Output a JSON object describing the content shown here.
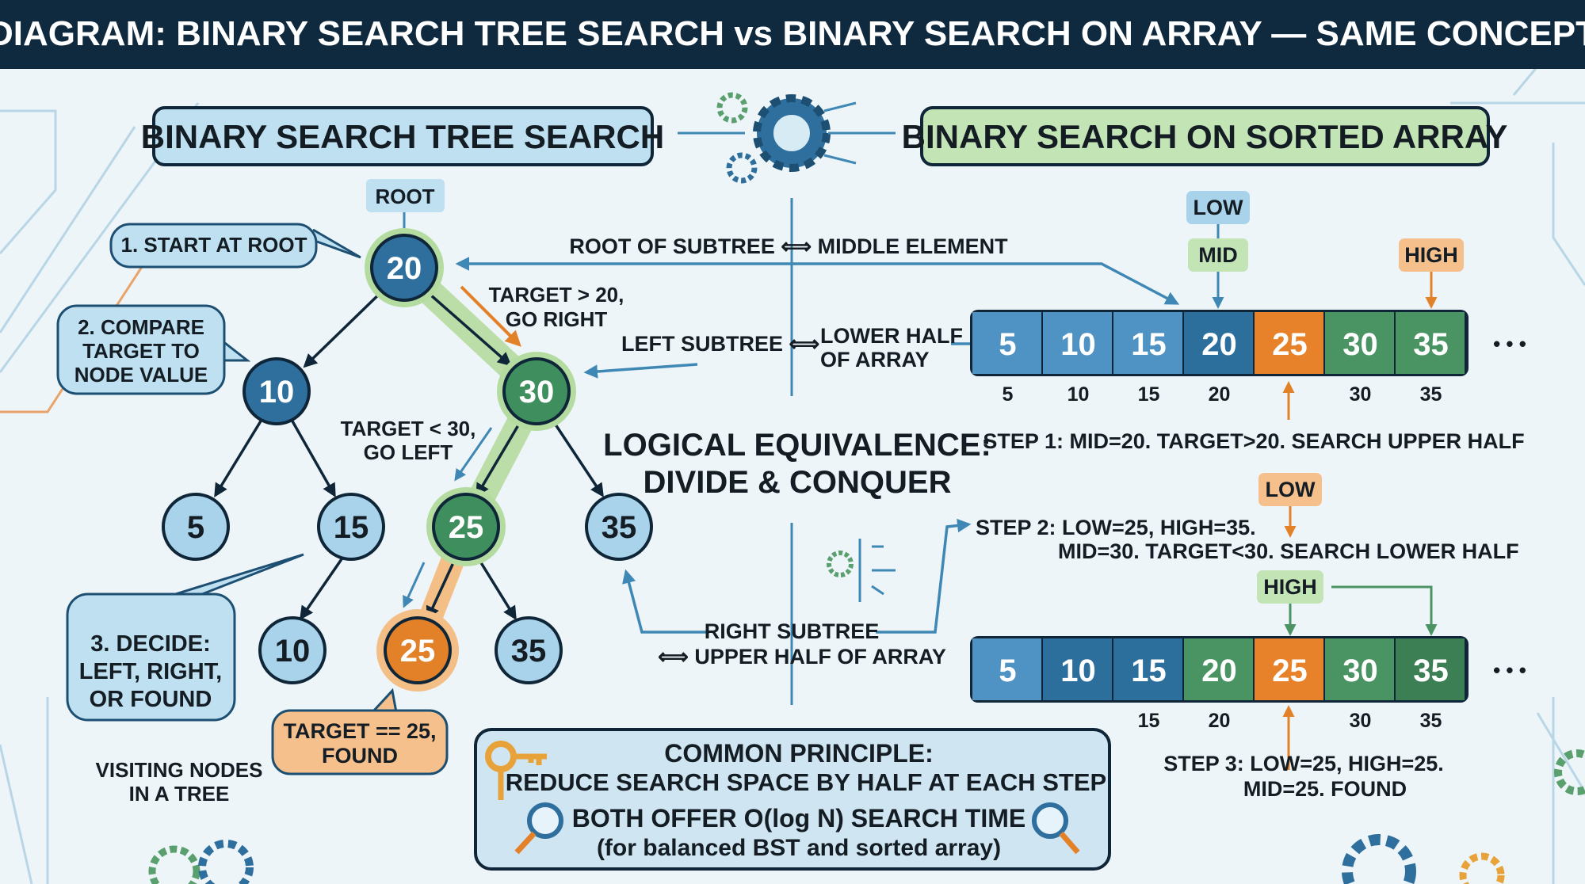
{
  "title": "DIAGRAM: BINARY SEARCH TREE SEARCH vs BINARY SEARCH ON ARRAY — SAME CONCEPT",
  "bst": {
    "header": "BINARY SEARCH TREE SEARCH",
    "root_label": "ROOT",
    "callouts": {
      "start": "1. START AT ROOT",
      "compare": [
        "2. COMPARE",
        "TARGET TO",
        "NODE VALUE"
      ],
      "decide": [
        "3. DECIDE:",
        "LEFT, RIGHT,",
        "OR FOUND"
      ],
      "found": [
        "TARGET == 25,",
        "FOUND"
      ]
    },
    "notes": {
      "go_right": [
        "TARGET > 20,",
        "GO RIGHT"
      ],
      "go_left": [
        "TARGET < 30,",
        "GO LEFT"
      ],
      "visiting": [
        "VISITING NODES",
        "IN A TREE"
      ]
    },
    "nodes": {
      "root": "20",
      "l1_left": "10",
      "l1_right": "30",
      "l2": [
        "5",
        "15",
        "25",
        "35"
      ],
      "l3": [
        "10",
        "25",
        "35"
      ]
    }
  },
  "equivalences": {
    "root": "ROOT OF SUBTREE ⟺ MIDDLE ELEMENT",
    "left": [
      "LEFT SUBTREE ⟺",
      "LOWER HALF",
      "OF ARRAY"
    ],
    "right": [
      "RIGHT SUBTREE",
      "⟺ UPPER HALF OF ARRAY"
    ],
    "center": [
      "LOGICAL EQUIVALENCE:",
      "DIVIDE & CONQUER"
    ]
  },
  "array": {
    "header": "BINARY SEARCH ON SORTED ARRAY",
    "values": [
      "5",
      "10",
      "15",
      "20",
      "25",
      "30",
      "35"
    ],
    "ellipsis": "• • •",
    "step1": {
      "labels": {
        "low": "LOW",
        "mid": "MID",
        "high": "HIGH"
      },
      "indices": [
        "5",
        "10",
        "15",
        "20",
        "",
        "30",
        "35"
      ],
      "text": "STEP 1: MID=20. TARGET>20. SEARCH UPPER HALF"
    },
    "step2": {
      "labels": {
        "low": "LOW",
        "high": "HIGH"
      },
      "text": [
        "STEP 2: LOW=25, HIGH=35.",
        "MID=30. TARGET<30. SEARCH LOWER HALF"
      ]
    },
    "step3": {
      "indices": [
        "",
        "",
        "15",
        "20",
        "",
        "30",
        "35"
      ],
      "text": [
        "STEP 3: LOW=25, HIGH=25.",
        "MID=25. FOUND"
      ]
    }
  },
  "principle": {
    "heading": "COMMON PRINCIPLE:",
    "line1": "REDUCE SEARCH SPACE BY HALF AT EACH STEP",
    "line2": "BOTH OFFER O(log N) SEARCH TIME",
    "line3": "(for balanced BST and sorted array)"
  },
  "colors": {
    "title_bg": "#0f2a3f",
    "node_dark": "#2e6f9e",
    "node_light": "#a9d3ea",
    "green": "#3f8f5e",
    "orange": "#e38128",
    "header_blue": "#bfe0f0",
    "header_green": "#c3e4b4"
  }
}
